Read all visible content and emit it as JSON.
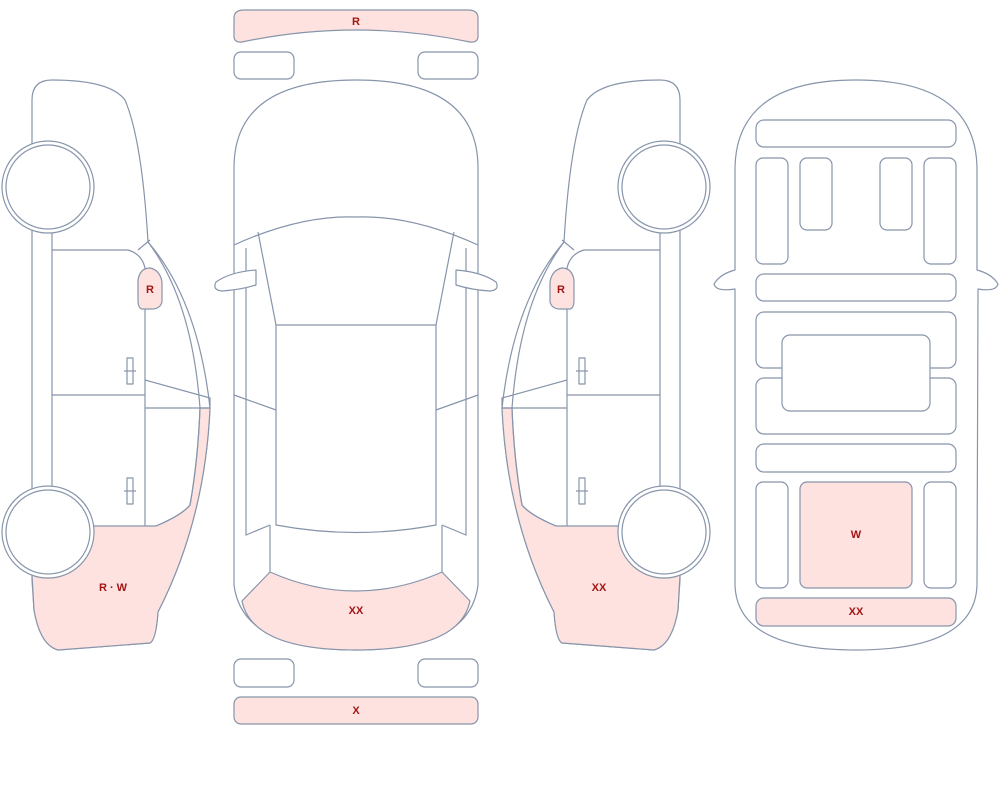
{
  "colors": {
    "outline": "#8795ab",
    "damage_fill": "#fde2e0",
    "label": "#a31515"
  },
  "marks": {
    "front_bumper": "R",
    "left_mirror": "R",
    "left_rear_quarter": "R · W",
    "rear_top": "XX",
    "right_mirror": "R",
    "right_rear_quarter": "XX",
    "interior_rear_floor": "W",
    "interior_rear_panel": "XX",
    "rear_bumper": "X"
  }
}
